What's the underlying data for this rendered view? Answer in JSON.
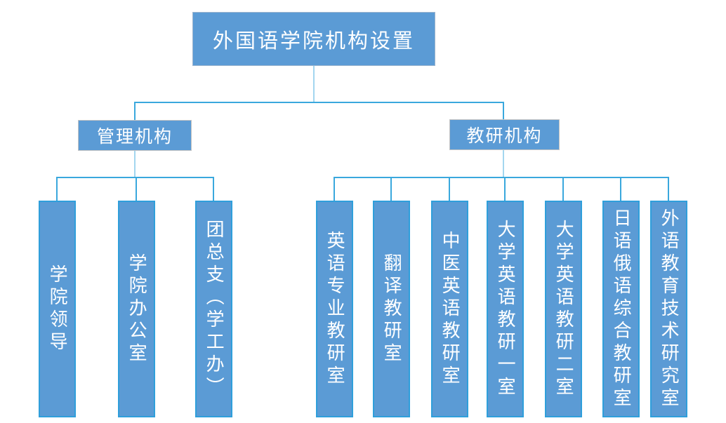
{
  "colors": {
    "node_fill": "#5B9BD5",
    "node_text": "#FFFFFF",
    "dept_border": "#2F9FDB",
    "connector_bright": "#3AA8DD",
    "connector_light": "#A3D6EF"
  },
  "org": {
    "root": {
      "label": "外国语学院机构设置"
    },
    "branches": [
      {
        "label": "管理机构",
        "children": [
          "学院领导",
          "学院办公室",
          "团总支（学工办）"
        ]
      },
      {
        "label": "教研机构",
        "children": [
          "英语专业教研室",
          "翻译教研室",
          "中医英语教研室",
          "大学英语教研一室",
          "大学英语教研二室",
          "日语俄语综合教研室",
          "外语教育技术研究室"
        ]
      }
    ]
  }
}
